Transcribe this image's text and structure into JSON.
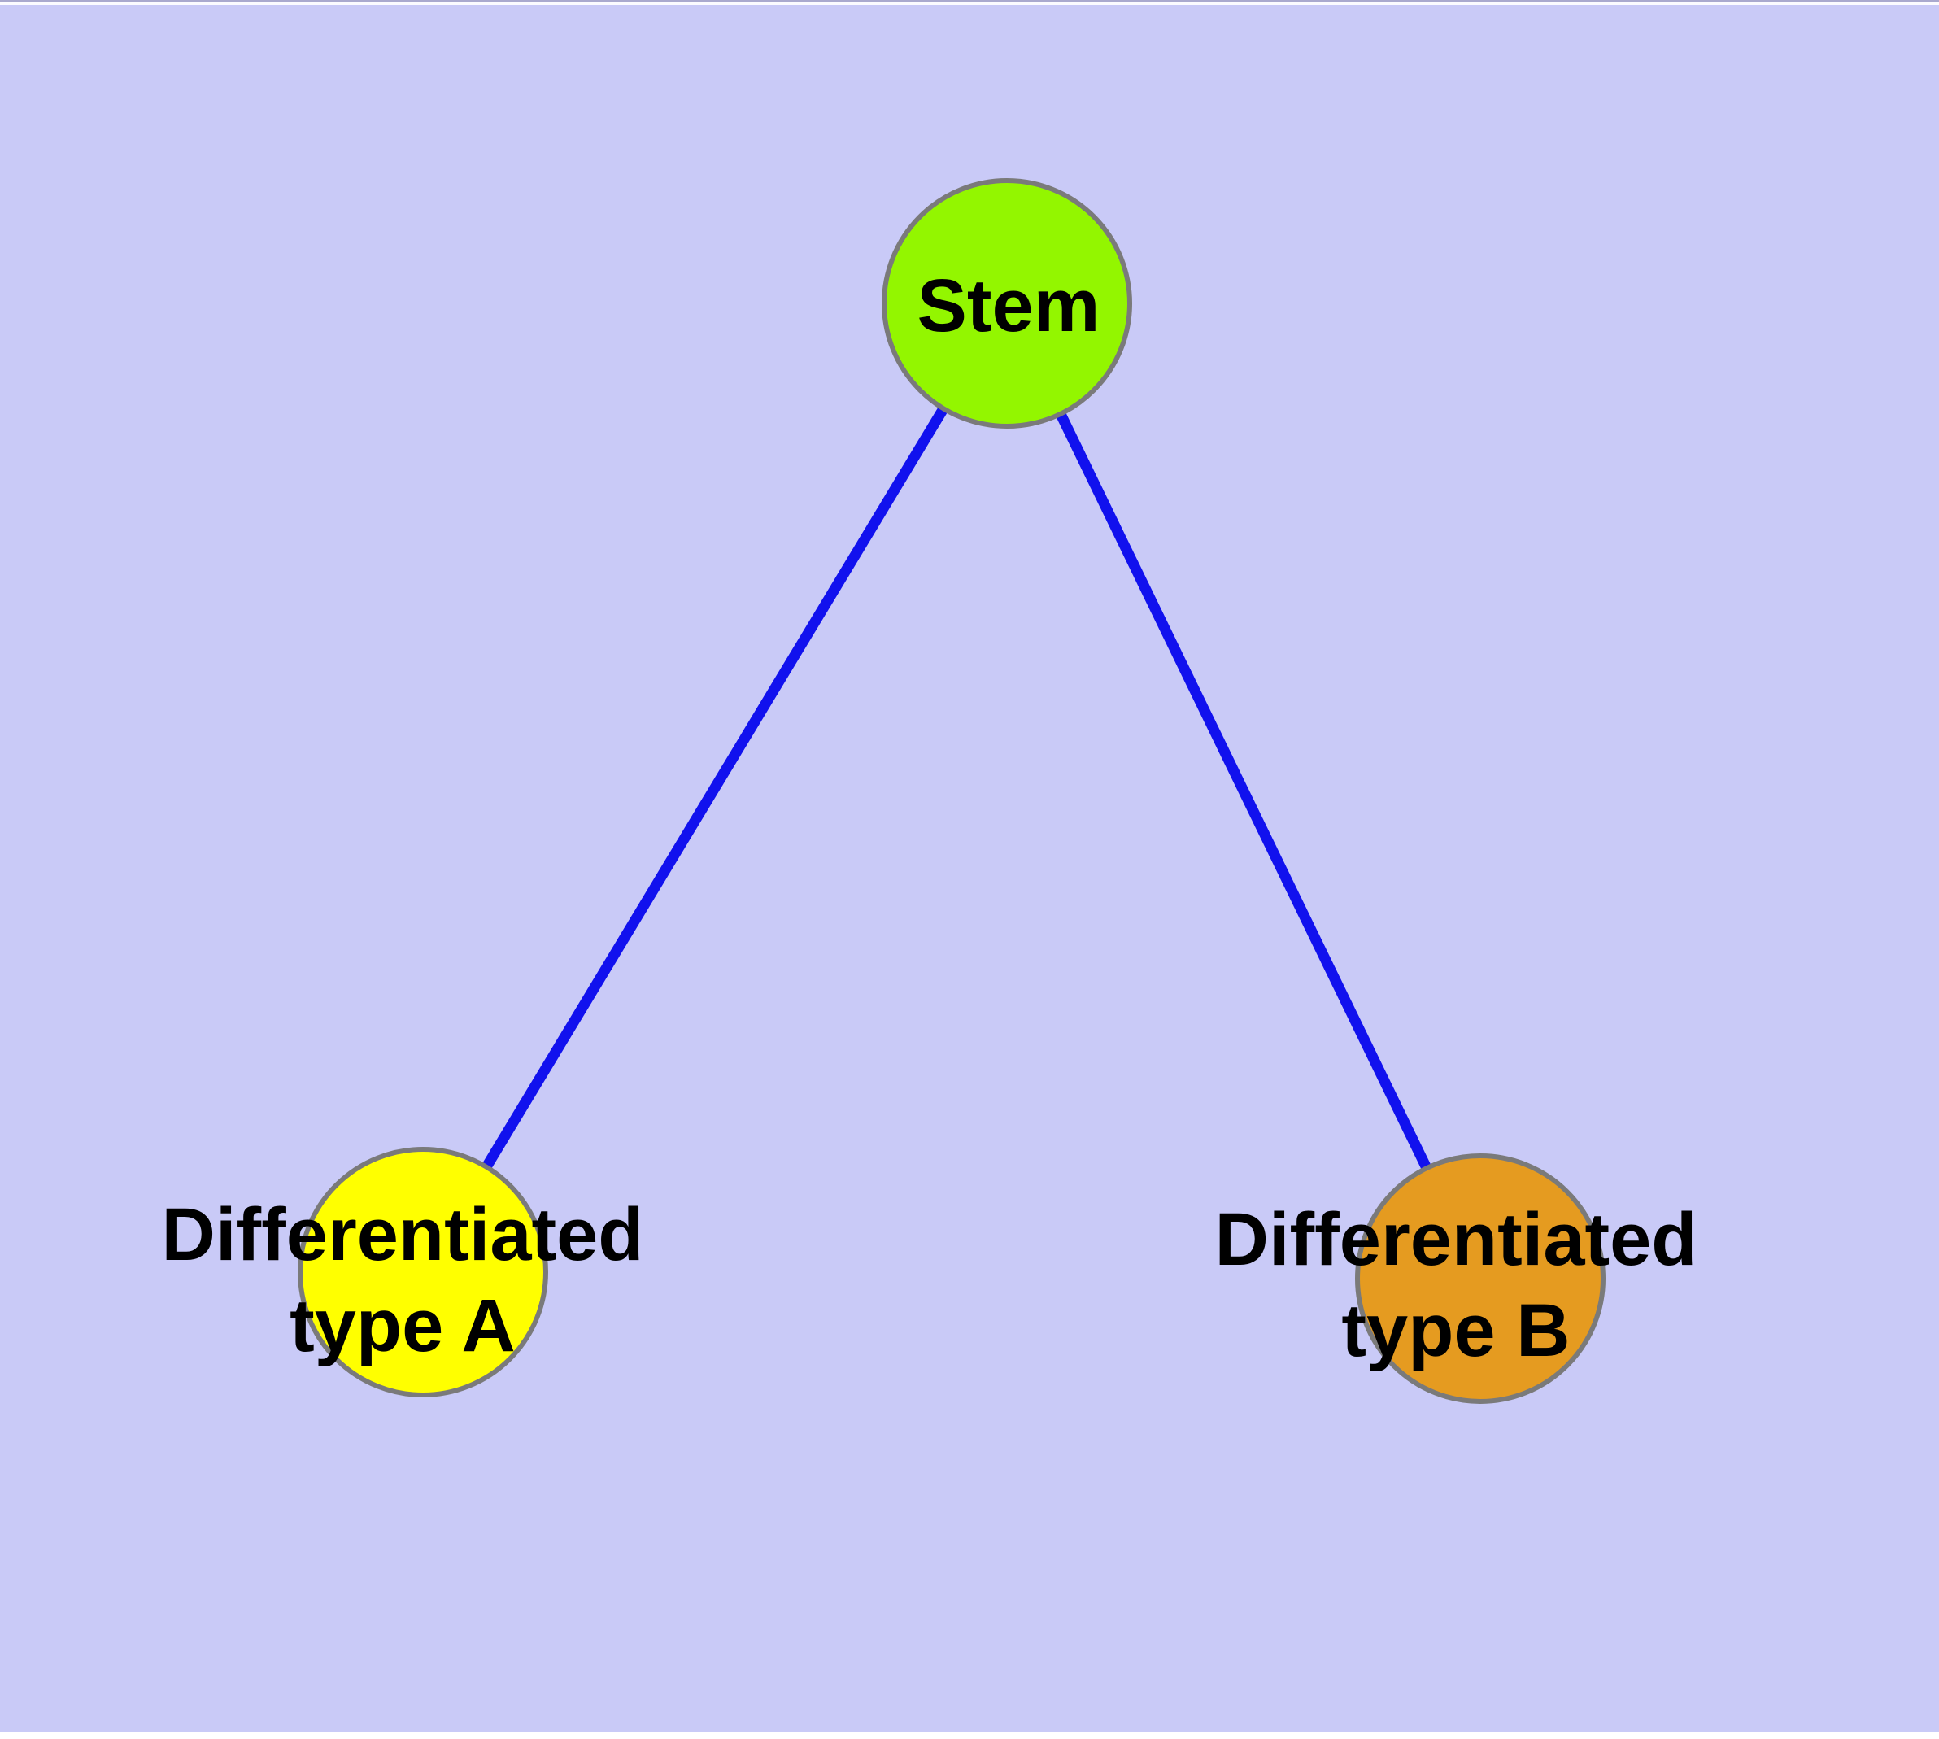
{
  "diagram": {
    "background_color": "#C9CAF7",
    "edge_color": "#1111EE",
    "node_border_color": "#7A7A7A",
    "text_color": "#000000",
    "nodes": {
      "stem": {
        "label": "Stem",
        "fill": "#93F600"
      },
      "type_a": {
        "label_line1": "Differentiated",
        "label_line2": "type A",
        "fill": "#FFFF00"
      },
      "type_b": {
        "label_line1": "Differentiated",
        "label_line2": "type B",
        "fill": "#E59B20"
      }
    },
    "edges": [
      {
        "from": "stem",
        "to": "type_a"
      },
      {
        "from": "stem",
        "to": "type_b"
      }
    ]
  }
}
